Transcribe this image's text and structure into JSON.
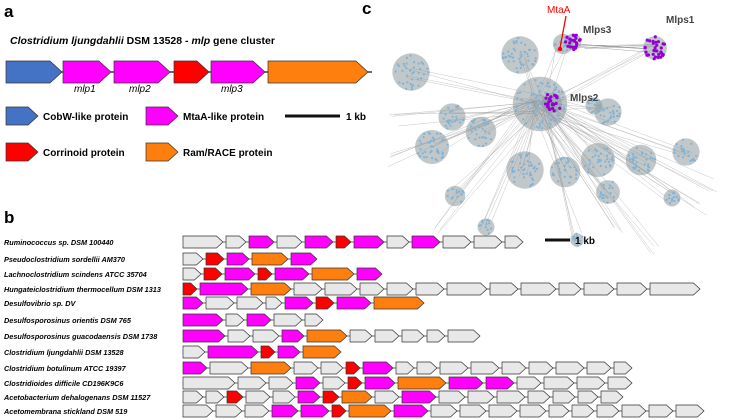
{
  "panel_a": {
    "letter": "a",
    "organism_italic": "Clostridium ljungdahlii",
    "organism_rest": " DSM 13528 - ",
    "cluster_italic": "mlp",
    "cluster_rest": " gene cluster",
    "gene_labels": [
      "mlp1",
      "mlp2",
      "mlp3"
    ],
    "legend": [
      {
        "label": "CobW-like protein",
        "color": "#4472c4"
      },
      {
        "label": "MtaA-like protein",
        "color": "#ff00ff"
      },
      {
        "label": "Corrinoid protein",
        "color": "#ff0000"
      },
      {
        "label": "Ram/RACE protein",
        "color": "#ff7f0e"
      }
    ],
    "scale_label": "1 kb"
  },
  "panel_b": {
    "letter": "b",
    "scale_label": "1 kb",
    "organisms": [
      "Ruminococcus sp. DSM 100440",
      "Pseudoclostridium sordellii AM370",
      "Lachnoclostridium scindens ATCC 35704",
      "Hungateiclostridium thermocellum DSM 1313",
      "Desulfovibrio sp. DV",
      "Desulfosporosinus orientis DSM 765",
      "Desulfosporosinus guacodaensis DSM 1738",
      "Clostridium ljungdahlii DSM 13528",
      "Clostridium botulinum ATCC 19397",
      "Clostridioides difficile CD196K9C6",
      "Acetobacterium dehalogenans DSM 11527",
      "Acetomembrana stickland DSM 519"
    ]
  },
  "panel_c": {
    "letter": "c",
    "labels": {
      "mtaa": "MtaA",
      "mlps1": "Mlps1",
      "mlps2": "Mlps2",
      "mlps3": "Mlps3"
    }
  },
  "colors": {
    "cobw": "#4472c4",
    "mtaa": "#ff00ff",
    "corrinoid": "#ff0000",
    "ram": "#ff7f0e",
    "other": "#e8e8e8",
    "node": "#7fb2d6",
    "mlp_node": "#9400d3",
    "edge": "#8a8a8a",
    "highlight": "#ff0000"
  }
}
